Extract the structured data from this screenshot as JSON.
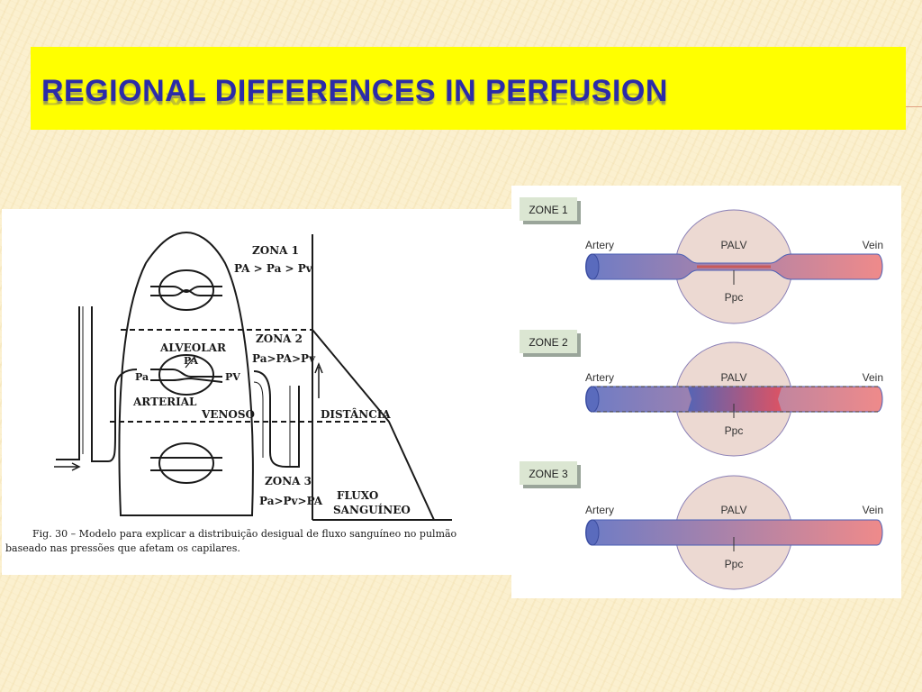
{
  "slide": {
    "title": "REGIONAL DIFFERENCES IN PERFUSION"
  },
  "left_figure": {
    "zone1_label": "ZONA 1",
    "zone1_rel": "PA > Pa > Pv",
    "zone2_label": "ZONA 2",
    "zone2_rel": "Pa>PA>Pv",
    "zone3_label": "ZONA 3",
    "zone3_rel": "Pa>Pv>PA",
    "alveolar": "ALVEOLAR",
    "pa_alv": "PA",
    "pa_art": "Pa",
    "pv_ven": "PV",
    "arterial": "ARTERIAL",
    "venoso": "VENOSO",
    "distancia": "DISTÂNCIA",
    "fluxo1": "FLUXO",
    "fluxo2": "SANGUÍNEO",
    "caption1": "Fig. 30 – Modelo para explicar a distribuição desigual de fluxo sanguíneo no pulmão",
    "caption2": "baseado nas pressões que afetam os capilares."
  },
  "right_figure": {
    "zones": [
      {
        "label": "ZONE 1",
        "artery": "Artery",
        "vein": "Vein",
        "palv": "PALV",
        "ppc": "Ppc"
      },
      {
        "label": "ZONE 2",
        "artery": "Artery",
        "vein": "Vein",
        "palv": "PALV",
        "ppc": "Ppc"
      },
      {
        "label": "ZONE 3",
        "artery": "Artery",
        "vein": "Vein",
        "palv": "PALV",
        "ppc": "Ppc"
      }
    ],
    "colors": {
      "artery": "#4a5fb5",
      "vein": "#e05a5a",
      "alveolus": "#ecd9d2",
      "label_box": "#dbe6d2"
    }
  }
}
